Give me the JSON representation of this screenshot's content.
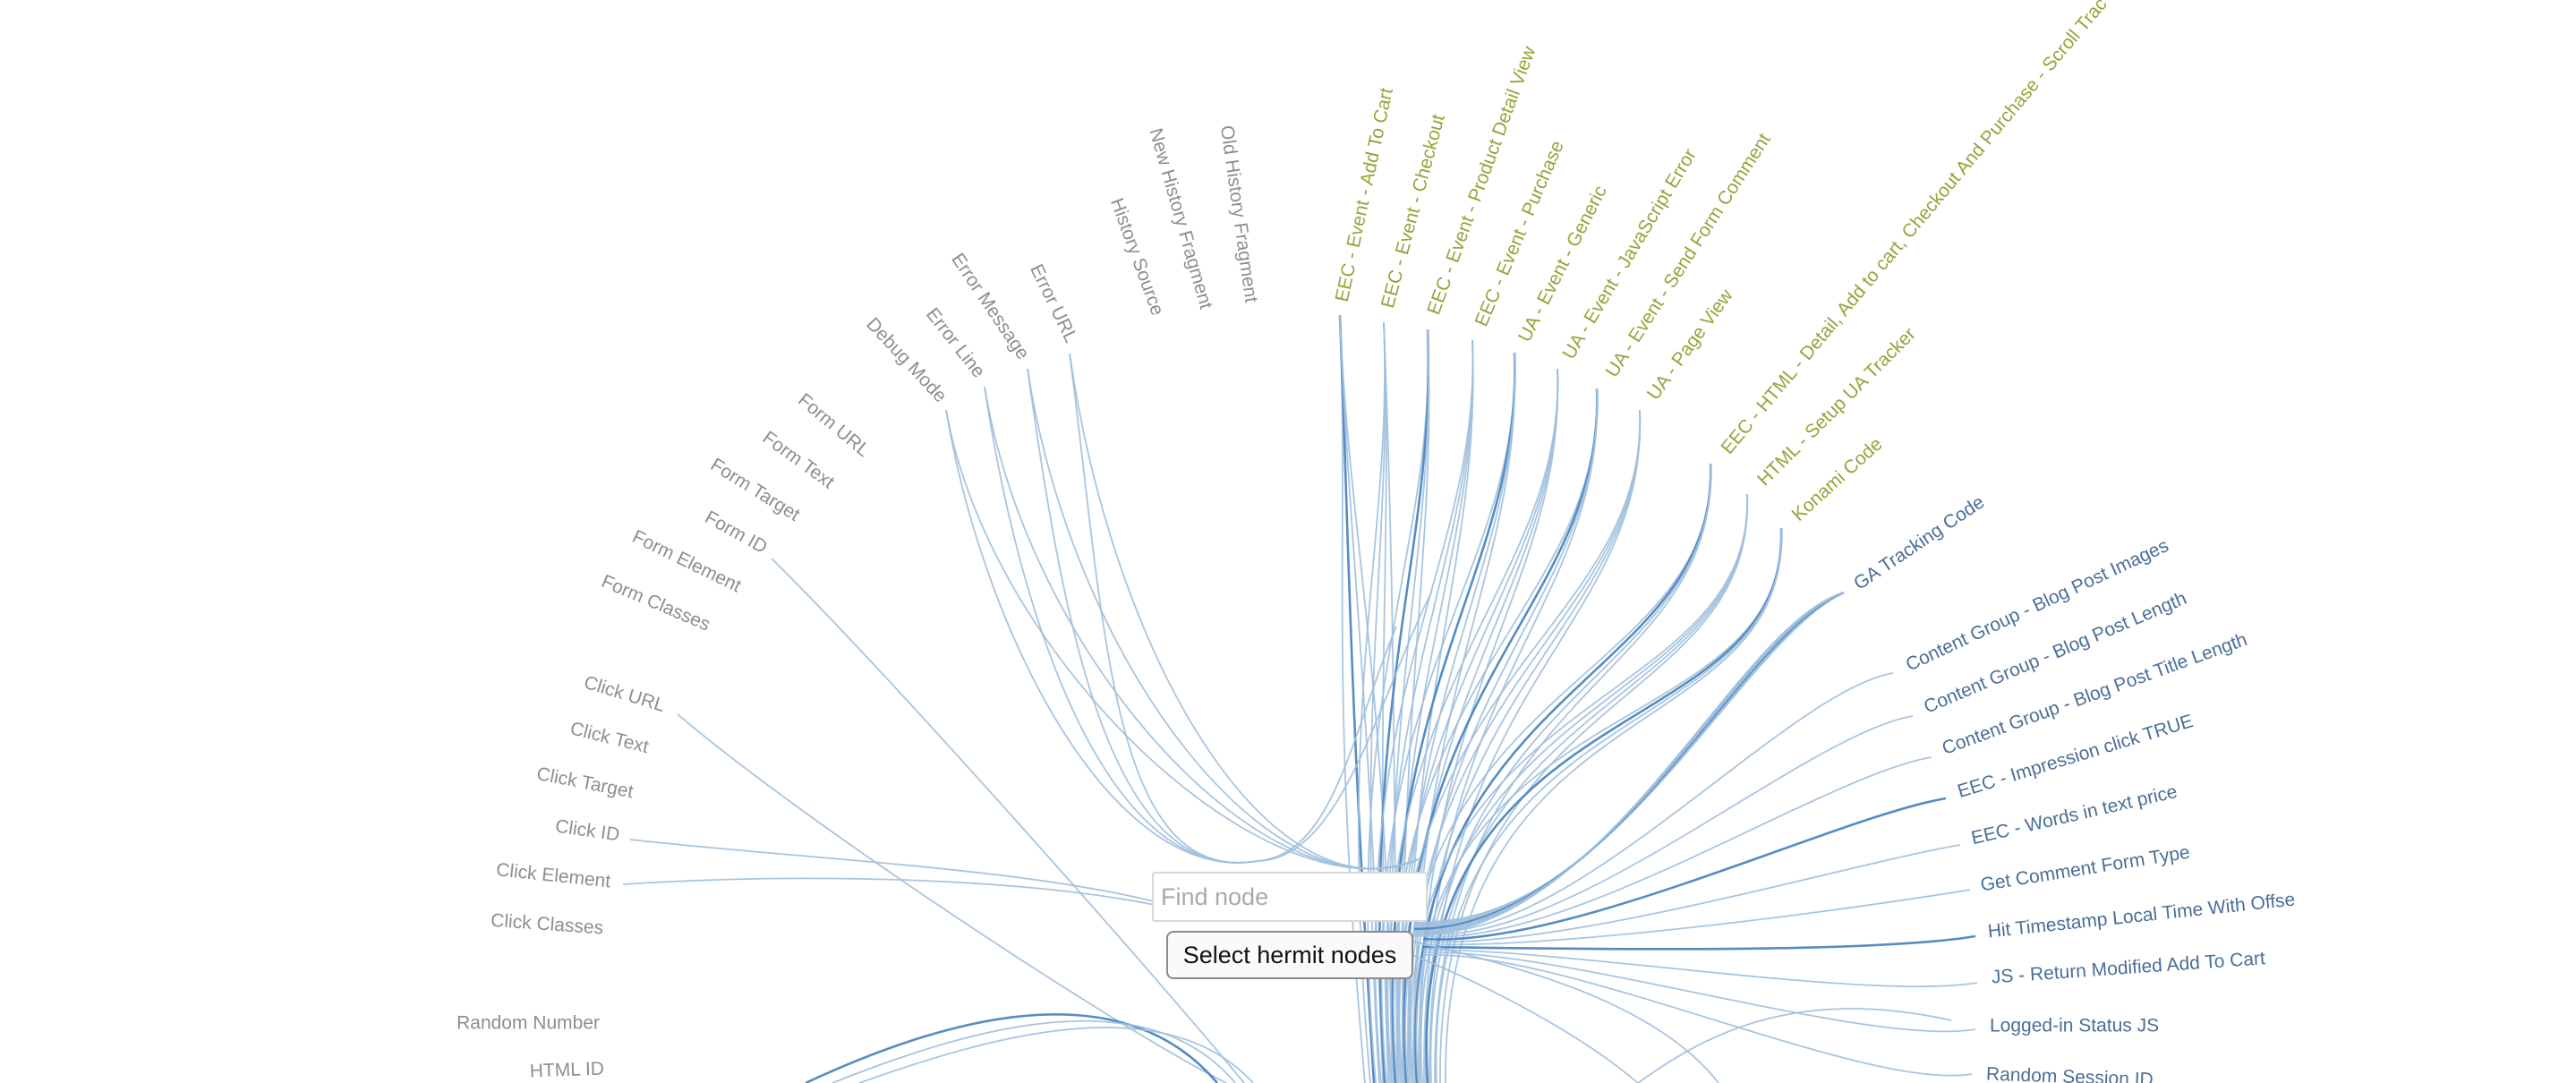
{
  "controls": {
    "search_placeholder": "Find node",
    "hermit_button_label": "Select hermit nodes"
  },
  "colors": {
    "variable_label": "#8e8e8e",
    "tag_label": "#93a63a",
    "trigger_label": "#4a6f97",
    "link": "#9fbfdd",
    "link_highlight": "#4d86bf"
  },
  "nodes": [
    {
      "id": "old-history-fragment",
      "label": "Old History Fragment",
      "group": "variable"
    },
    {
      "id": "new-history-fragment",
      "label": "New History Fragment",
      "group": "variable"
    },
    {
      "id": "history-source",
      "label": "History Source",
      "group": "variable"
    },
    {
      "id": "error-url",
      "label": "Error URL",
      "group": "variable"
    },
    {
      "id": "error-message",
      "label": "Error Message",
      "group": "variable"
    },
    {
      "id": "error-line",
      "label": "Error Line",
      "group": "variable"
    },
    {
      "id": "debug-mode",
      "label": "Debug Mode",
      "group": "variable"
    },
    {
      "id": "form-url",
      "label": "Form URL",
      "group": "variable"
    },
    {
      "id": "form-text",
      "label": "Form Text",
      "group": "variable"
    },
    {
      "id": "form-target",
      "label": "Form Target",
      "group": "variable"
    },
    {
      "id": "form-id",
      "label": "Form ID",
      "group": "variable"
    },
    {
      "id": "form-element",
      "label": "Form Element",
      "group": "variable"
    },
    {
      "id": "form-classes",
      "label": "Form Classes",
      "group": "variable"
    },
    {
      "id": "click-url",
      "label": "Click URL",
      "group": "variable"
    },
    {
      "id": "click-text",
      "label": "Click Text",
      "group": "variable"
    },
    {
      "id": "click-target",
      "label": "Click Target",
      "group": "variable"
    },
    {
      "id": "click-id",
      "label": "Click ID",
      "group": "variable"
    },
    {
      "id": "click-element",
      "label": "Click Element",
      "group": "variable"
    },
    {
      "id": "click-classes",
      "label": "Click Classes",
      "group": "variable"
    },
    {
      "id": "random-number",
      "label": "Random Number",
      "group": "variable"
    },
    {
      "id": "html-id",
      "label": "HTML ID",
      "group": "variable"
    },
    {
      "id": "eec-add-to-cart",
      "label": "EEC - Event - Add To Cart",
      "group": "tag"
    },
    {
      "id": "eec-checkout",
      "label": "EEC - Event - Checkout",
      "group": "tag"
    },
    {
      "id": "eec-product-detail",
      "label": "EEC - Event - Product Detail View",
      "group": "tag"
    },
    {
      "id": "eec-purchase",
      "label": "EEC - Event - Purchase",
      "group": "tag"
    },
    {
      "id": "ua-generic",
      "label": "UA - Event - Generic",
      "group": "tag"
    },
    {
      "id": "ua-js-error",
      "label": "UA - Event - JavaScript Error",
      "group": "tag"
    },
    {
      "id": "ua-send-form-comment",
      "label": "UA - Event - Send Form Comment",
      "group": "tag"
    },
    {
      "id": "ua-page-view",
      "label": "UA - Page View",
      "group": "tag"
    },
    {
      "id": "eec-html-detail",
      "label": "EEC - HTML - Detail, Add to cart, Checkout And Purchase - Scroll Trac",
      "group": "tag"
    },
    {
      "id": "html-setup-ua",
      "label": "HTML - Setup UA Tracker",
      "group": "tag"
    },
    {
      "id": "konami-code",
      "label": "Konami Code",
      "group": "tag"
    },
    {
      "id": "ga-tracking-code",
      "label": "GA Tracking Code",
      "group": "trigger"
    },
    {
      "id": "cg-blog-post-images",
      "label": "Content Group - Blog Post Images",
      "group": "trigger"
    },
    {
      "id": "cg-blog-post-length",
      "label": "Content Group - Blog Post Length",
      "group": "trigger"
    },
    {
      "id": "cg-blog-post-title-length",
      "label": "Content Group - Blog Post Title Length",
      "group": "trigger"
    },
    {
      "id": "eec-impression-click",
      "label": "EEC - Impression click TRUE",
      "group": "trigger"
    },
    {
      "id": "eec-words-in-price",
      "label": "EEC - Words in text price",
      "group": "trigger"
    },
    {
      "id": "get-comment-form-type",
      "label": "Get Comment Form Type",
      "group": "trigger"
    },
    {
      "id": "hit-timestamp",
      "label": "Hit Timestamp Local Time With Offse",
      "group": "trigger"
    },
    {
      "id": "js-return-modified",
      "label": "JS - Return Modified Add To Cart",
      "group": "trigger"
    },
    {
      "id": "logged-in-status",
      "label": "Logged-in Status JS",
      "group": "trigger"
    },
    {
      "id": "random-session-id",
      "label": "Random Session ID",
      "group": "trigger"
    }
  ]
}
